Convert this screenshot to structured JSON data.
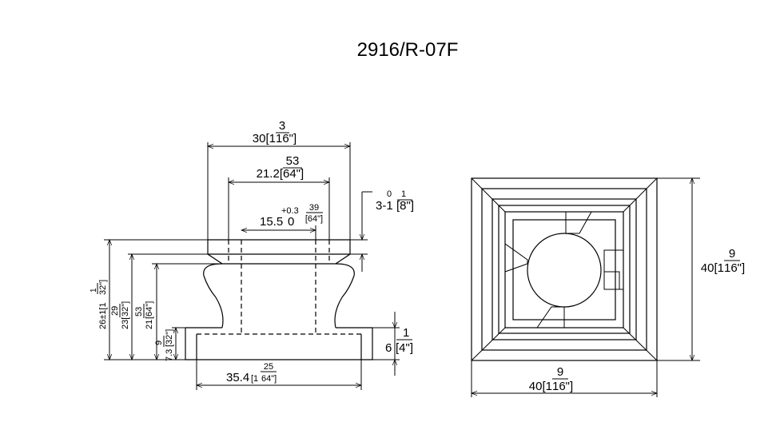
{
  "title": "2916/R-07F",
  "side_view": {
    "top_width": {
      "whole": "30[1",
      "num": "3",
      "den": "16\"]"
    },
    "upper_width": {
      "whole": "21.2[",
      "num": "53",
      "den": "64\"]"
    },
    "bore": {
      "whole": "15.5",
      "tol_upper": "+0.3",
      "tol_lower": "0",
      "num": "39",
      "den": "[64\"]"
    },
    "top_thickness": {
      "value": "3-1",
      "tol": "0",
      "num": "1",
      "den": "[8\"]"
    },
    "base_width": {
      "whole": "35.4",
      "bracket": "[1",
      "num": "25",
      "den": "64\"]"
    },
    "base_height": {
      "whole": "6",
      "num": "1",
      "den": "[4\"]"
    },
    "overall_height": {
      "text": "26±1[1",
      "num": "1",
      "den": "32\"]"
    },
    "mid_height": {
      "whole": "23[",
      "num": "29",
      "den": "32\"]"
    },
    "neck_height": {
      "whole": "21",
      "num": "53",
      "den": "[64\"]"
    },
    "small_height": {
      "whole": "7.3",
      "num": "9",
      "den": "[32\"]"
    }
  },
  "top_view": {
    "height": {
      "whole": "40[1",
      "num": "9",
      "den": "16\"]"
    },
    "width": {
      "whole": "40[1",
      "num": "9",
      "den": "16\"]"
    }
  }
}
